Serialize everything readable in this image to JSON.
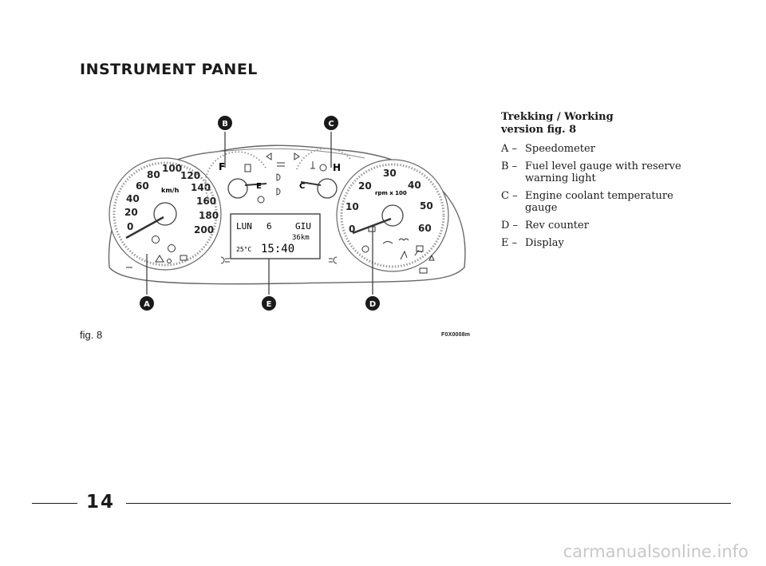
{
  "title": "INSTRUMENT PANEL",
  "figure": {
    "caption": "fig. 8",
    "code": "F0X0008m",
    "callouts": [
      "A",
      "B",
      "C",
      "D",
      "E"
    ],
    "speedometer": {
      "unit": "km/h",
      "scale": [
        "0",
        "20",
        "40",
        "60",
        "80",
        "100",
        "120",
        "140",
        "160",
        "180",
        "200"
      ]
    },
    "rev_counter": {
      "unit": "rpm x 100",
      "scale": [
        "0",
        "10",
        "20",
        "30",
        "40",
        "50",
        "60"
      ]
    },
    "fuel_gauge": {
      "full": "F",
      "empty": "E"
    },
    "temp_gauge": {
      "hot": "H",
      "cold": "C"
    },
    "display": {
      "day": "LUN",
      "date": "6",
      "month": "GIU",
      "distance": "36km",
      "temperature": "25°C",
      "time": "15:40"
    }
  },
  "legend": {
    "heading_line1": "Trekking / Working",
    "heading_line2": "version fig. 8",
    "items": [
      {
        "key": "A –",
        "text": "Speedometer"
      },
      {
        "key": "B –",
        "text": "Fuel level gauge with reserve warning light"
      },
      {
        "key": "C –",
        "text": "Engine coolant temperature gauge"
      },
      {
        "key": "D –",
        "text": "Rev counter"
      },
      {
        "key": "E –",
        "text": "Display"
      }
    ]
  },
  "page_number": "14",
  "watermark": "carmanualsonline.info"
}
